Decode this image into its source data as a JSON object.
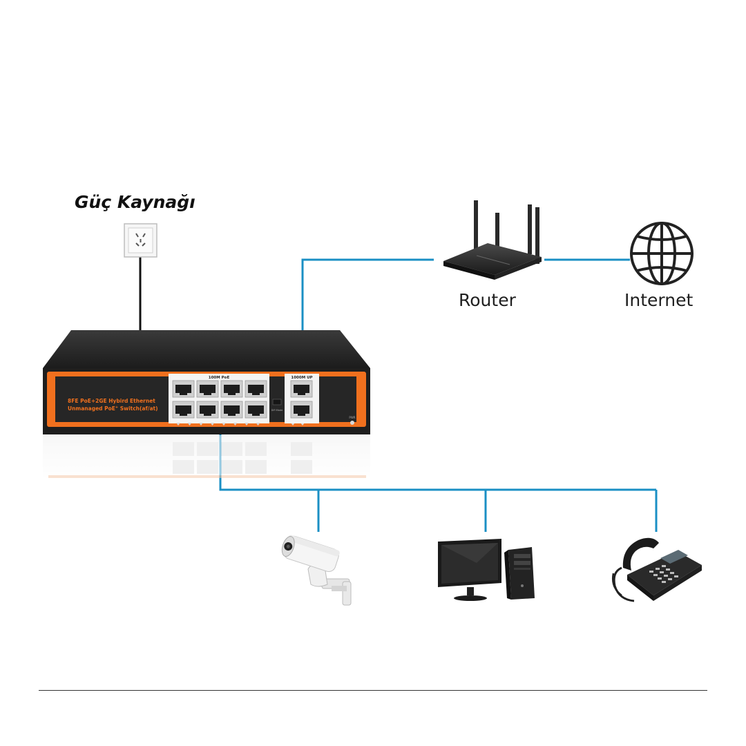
{
  "power_source": {
    "label": "Güç Kaynağı"
  },
  "router": {
    "label": "Router"
  },
  "internet": {
    "label": "Internet"
  },
  "switch": {
    "model_line_1": "8FE PoE+2GE Hybird Ethernet",
    "model_line_2": "Unmanaged PoE",
    "model_line_2_sup": "+",
    "model_line_2_tail": " Switch(af/at)",
    "poe_port_group_label": "100M PoE",
    "uplink_port_group_label": "1000M UP",
    "mode_label": "DIP-Mode",
    "power_led_label": "PWR",
    "body_color": "#2b2b2b",
    "accent_color": "#f0701e"
  },
  "connection_color": "#1a8fc4",
  "endpoints": [
    {
      "icon": "security-camera-icon"
    },
    {
      "icon": "desktop-computer-icon"
    },
    {
      "icon": "desk-phone-icon"
    }
  ]
}
